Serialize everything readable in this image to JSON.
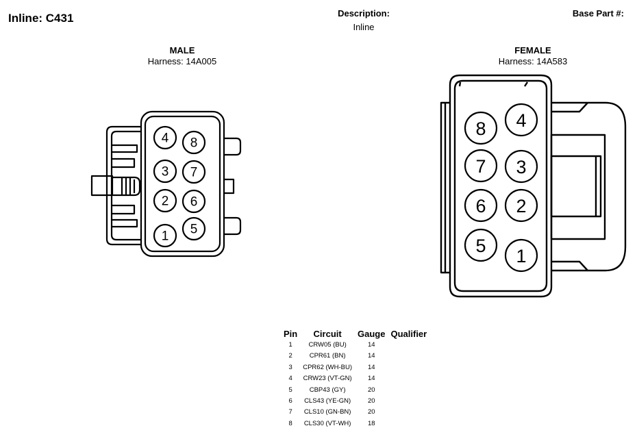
{
  "header": {
    "title": "Inline: C431",
    "description_label": "Description:",
    "description_value": "Inline",
    "base_part_label": "Base Part #:"
  },
  "male": {
    "gender": "MALE",
    "harness": "Harness: 14A005"
  },
  "female": {
    "gender": "FEMALE",
    "harness": "Harness: 14A583"
  },
  "table": {
    "headers": [
      "Pin",
      "Circuit",
      "Gauge",
      "Qualifier"
    ],
    "rows": [
      [
        "1",
        "CRW05 (BU)",
        "14",
        ""
      ],
      [
        "2",
        "CPR61 (BN)",
        "14",
        ""
      ],
      [
        "3",
        "CPR62 (WH-BU)",
        "14",
        ""
      ],
      [
        "4",
        "CRW23 (VT-GN)",
        "14",
        ""
      ],
      [
        "5",
        "CBP43 (GY)",
        "20",
        ""
      ],
      [
        "6",
        "CLS43 (YE-GN)",
        "20",
        ""
      ],
      [
        "7",
        "CLS10 (GN-BN)",
        "20",
        ""
      ],
      [
        "8",
        "CLS30 (VT-WH)",
        "18",
        ""
      ]
    ]
  },
  "pins": {
    "male": [
      "4",
      "8",
      "3",
      "7",
      "2",
      "6",
      "1",
      "5"
    ],
    "female": [
      "8",
      "4",
      "7",
      "3",
      "6",
      "2",
      "5",
      "1"
    ]
  }
}
